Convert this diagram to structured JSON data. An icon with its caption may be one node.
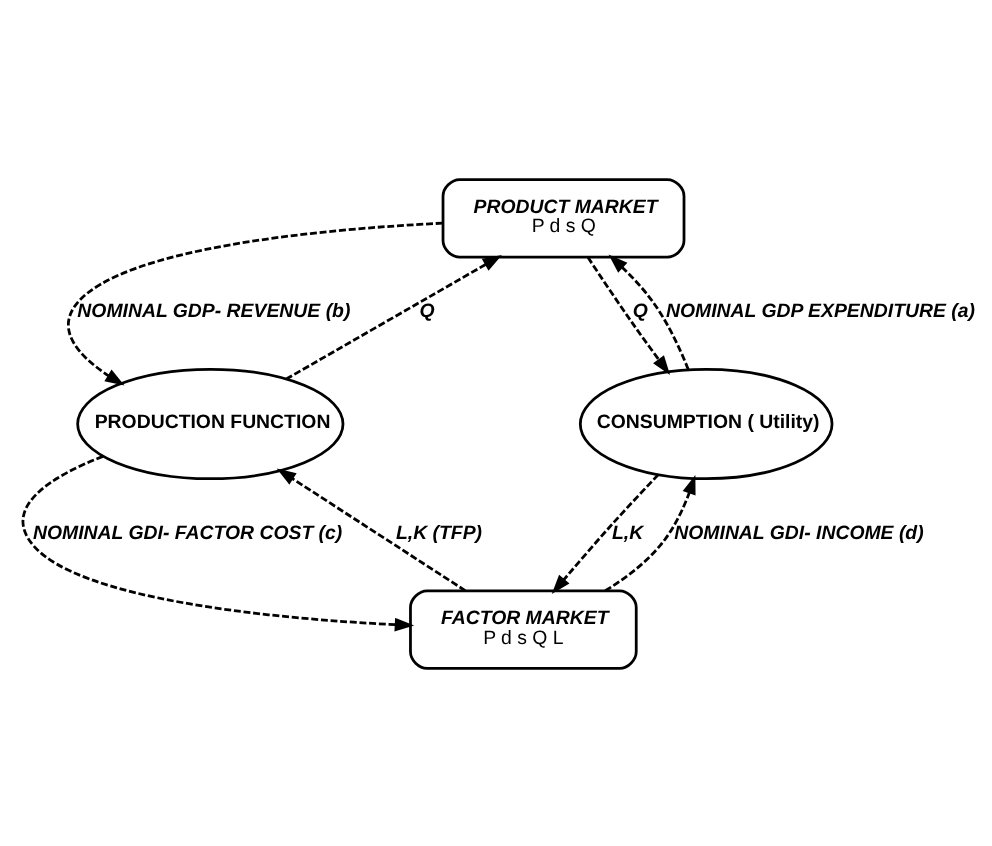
{
  "diagram": {
    "nodes": [
      {
        "text": [
          "PRODUCT MARKET",
          "P",
          "d",
          "s",
          "Q"
        ]
      },
      {
        "text": [
          "PRODUCTION FUNCTION"
        ]
      },
      {
        "text": [
          "CONSUMPTION ( Utility)"
        ]
      },
      {
        "text": [
          "FACTOR MARKET",
          "P",
          "d",
          "s",
          "Q",
          "L"
        ]
      }
    ],
    "edges": [
      {
        "from": 0,
        "to": 1,
        "arrow": "to",
        "style": "dashed",
        "label": "NOMINAL GDP- REVENUE (b)"
      },
      {
        "from": 1,
        "to": 0,
        "arrow": "to",
        "style": "dashed",
        "label": "Q"
      },
      {
        "from": 2,
        "to": 0,
        "arrow": "to",
        "style": "dashed",
        "label": "NOMINAL GDP EXPENDITURE (a)"
      },
      {
        "from": 0,
        "to": 2,
        "arrow": "to",
        "style": "dashed",
        "label": "Q"
      },
      {
        "from": 3,
        "to": 1,
        "arrow": "to",
        "style": "dashed",
        "label": "L,K (TFP)"
      },
      {
        "from": 1,
        "to": 3,
        "arrow": "to",
        "style": "dashed",
        "label": "NOMINAL GDI- FACTOR COST (c)"
      },
      {
        "from": 2,
        "to": 3,
        "arrow": "to",
        "style": "dashed",
        "label": "L,K"
      },
      {
        "from": 3,
        "to": 2,
        "arrow": "to",
        "style": "dashed",
        "label": "NOMINAL GDI- INCOME (d)"
      }
    ]
  }
}
